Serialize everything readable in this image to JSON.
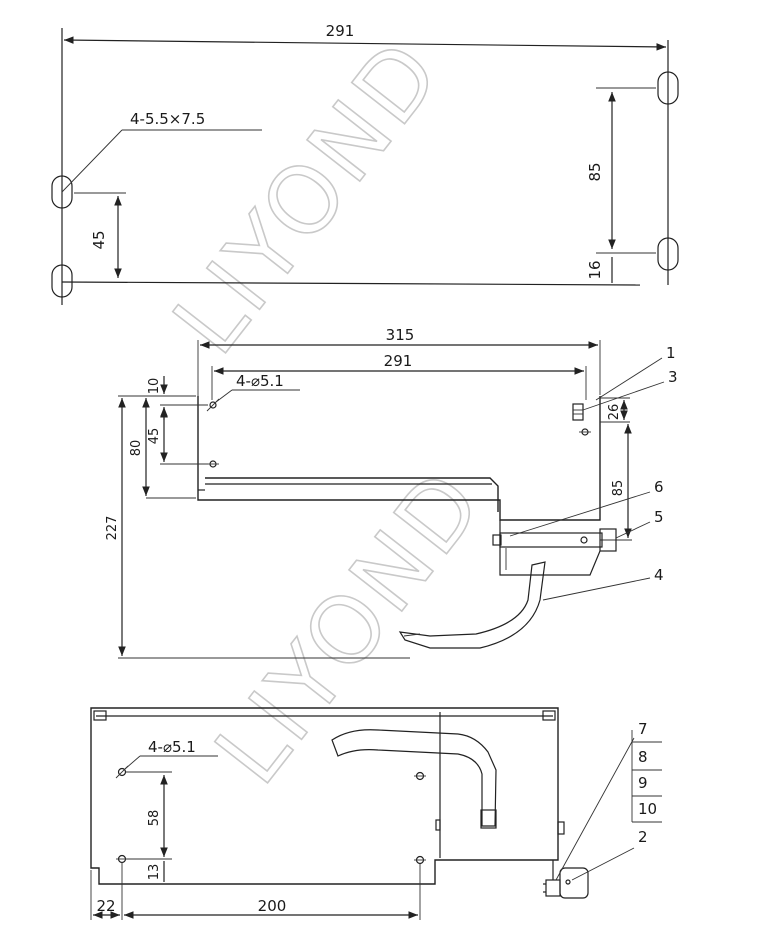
{
  "watermark": "LIYOND",
  "views": {
    "mounting_holes": {
      "width_dim": "291",
      "hole_note": "4-5.5×7.5",
      "left_spacing": "45",
      "right_spacing": "85",
      "right_offset": "16"
    },
    "top_view": {
      "outer_width": "315",
      "inner_width": "291",
      "hole_note": "4-⌀5.1",
      "dim_10": "10",
      "dim_45": "45",
      "dim_80": "80",
      "dim_227": "227",
      "dim_26": "26",
      "dim_85": "85",
      "callouts": [
        "1",
        "3",
        "6",
        "5",
        "4"
      ]
    },
    "front_view": {
      "hole_note": "4-⌀5.1",
      "dim_58": "58",
      "dim_13": "13",
      "dim_22": "22",
      "dim_200": "200",
      "callouts": [
        "7",
        "8",
        "9",
        "10",
        "2"
      ]
    }
  }
}
